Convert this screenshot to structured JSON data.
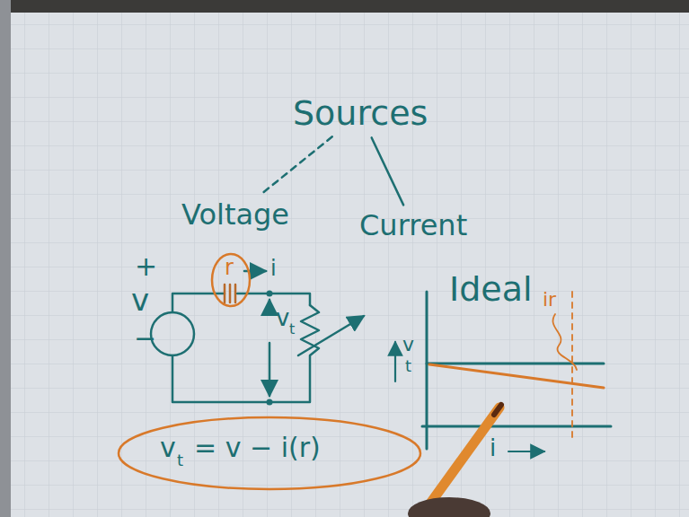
{
  "diagram": {
    "nodes": [
      {
        "text": [
          "Sources"
        ]
      },
      {
        "text": [
          "Voltage"
        ]
      },
      {
        "text": [
          "Current"
        ]
      }
    ],
    "edges": [
      {
        "from": 0,
        "to": 1,
        "arrow": "none"
      },
      {
        "from": 0,
        "to": 2,
        "arrow": "none"
      }
    ],
    "labels": [
      "+",
      "v",
      "−",
      "r",
      "i",
      "v",
      "t",
      "Ideal",
      "v",
      "t",
      "i",
      "ir",
      "v",
      "t",
      "= v − i(r)"
    ]
  }
}
